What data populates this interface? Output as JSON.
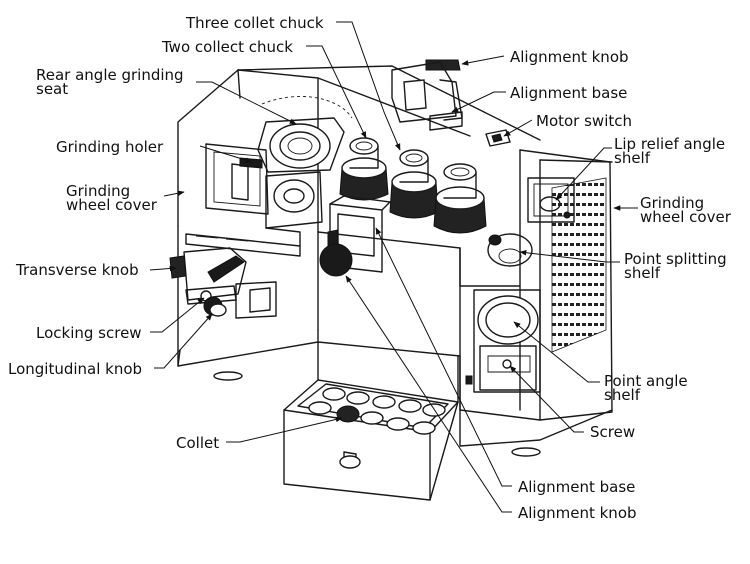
{
  "labels": {
    "three_collet_chuck": "Three collet chuck",
    "two_collect_chuck": "Two collect chuck",
    "rear_angle_grinding_seat": [
      "Rear angle grinding",
      "seat"
    ],
    "grinding_holer": "Grinding holer",
    "grinding_wheel_cover_left": [
      "Grinding",
      "wheel cover"
    ],
    "transverse_knob": "Transverse knob",
    "locking_screw": "Locking screw",
    "longitudinal_knob": "Longitudinal knob",
    "collet": "Collet",
    "alignment_knob_top": "Alignment  knob",
    "alignment_base_top": "Alignment base",
    "motor_switch": "Motor switch",
    "lip_relief_angle_shelf": [
      "Lip relief angle",
      "shelf"
    ],
    "grinding_wheel_cover_right": [
      "Grinding",
      "wheel cover"
    ],
    "point_splitting_shelf": [
      "Point splitting",
      "shelf"
    ],
    "point_angle_shelf": [
      "Point angle",
      "shelf"
    ],
    "screw": "Screw",
    "alignment_base_bottom": "Alignment base",
    "alignment_knob_bottom": "Alignment  knob"
  },
  "icons": {
    "leader_arrow": "arrowhead"
  }
}
